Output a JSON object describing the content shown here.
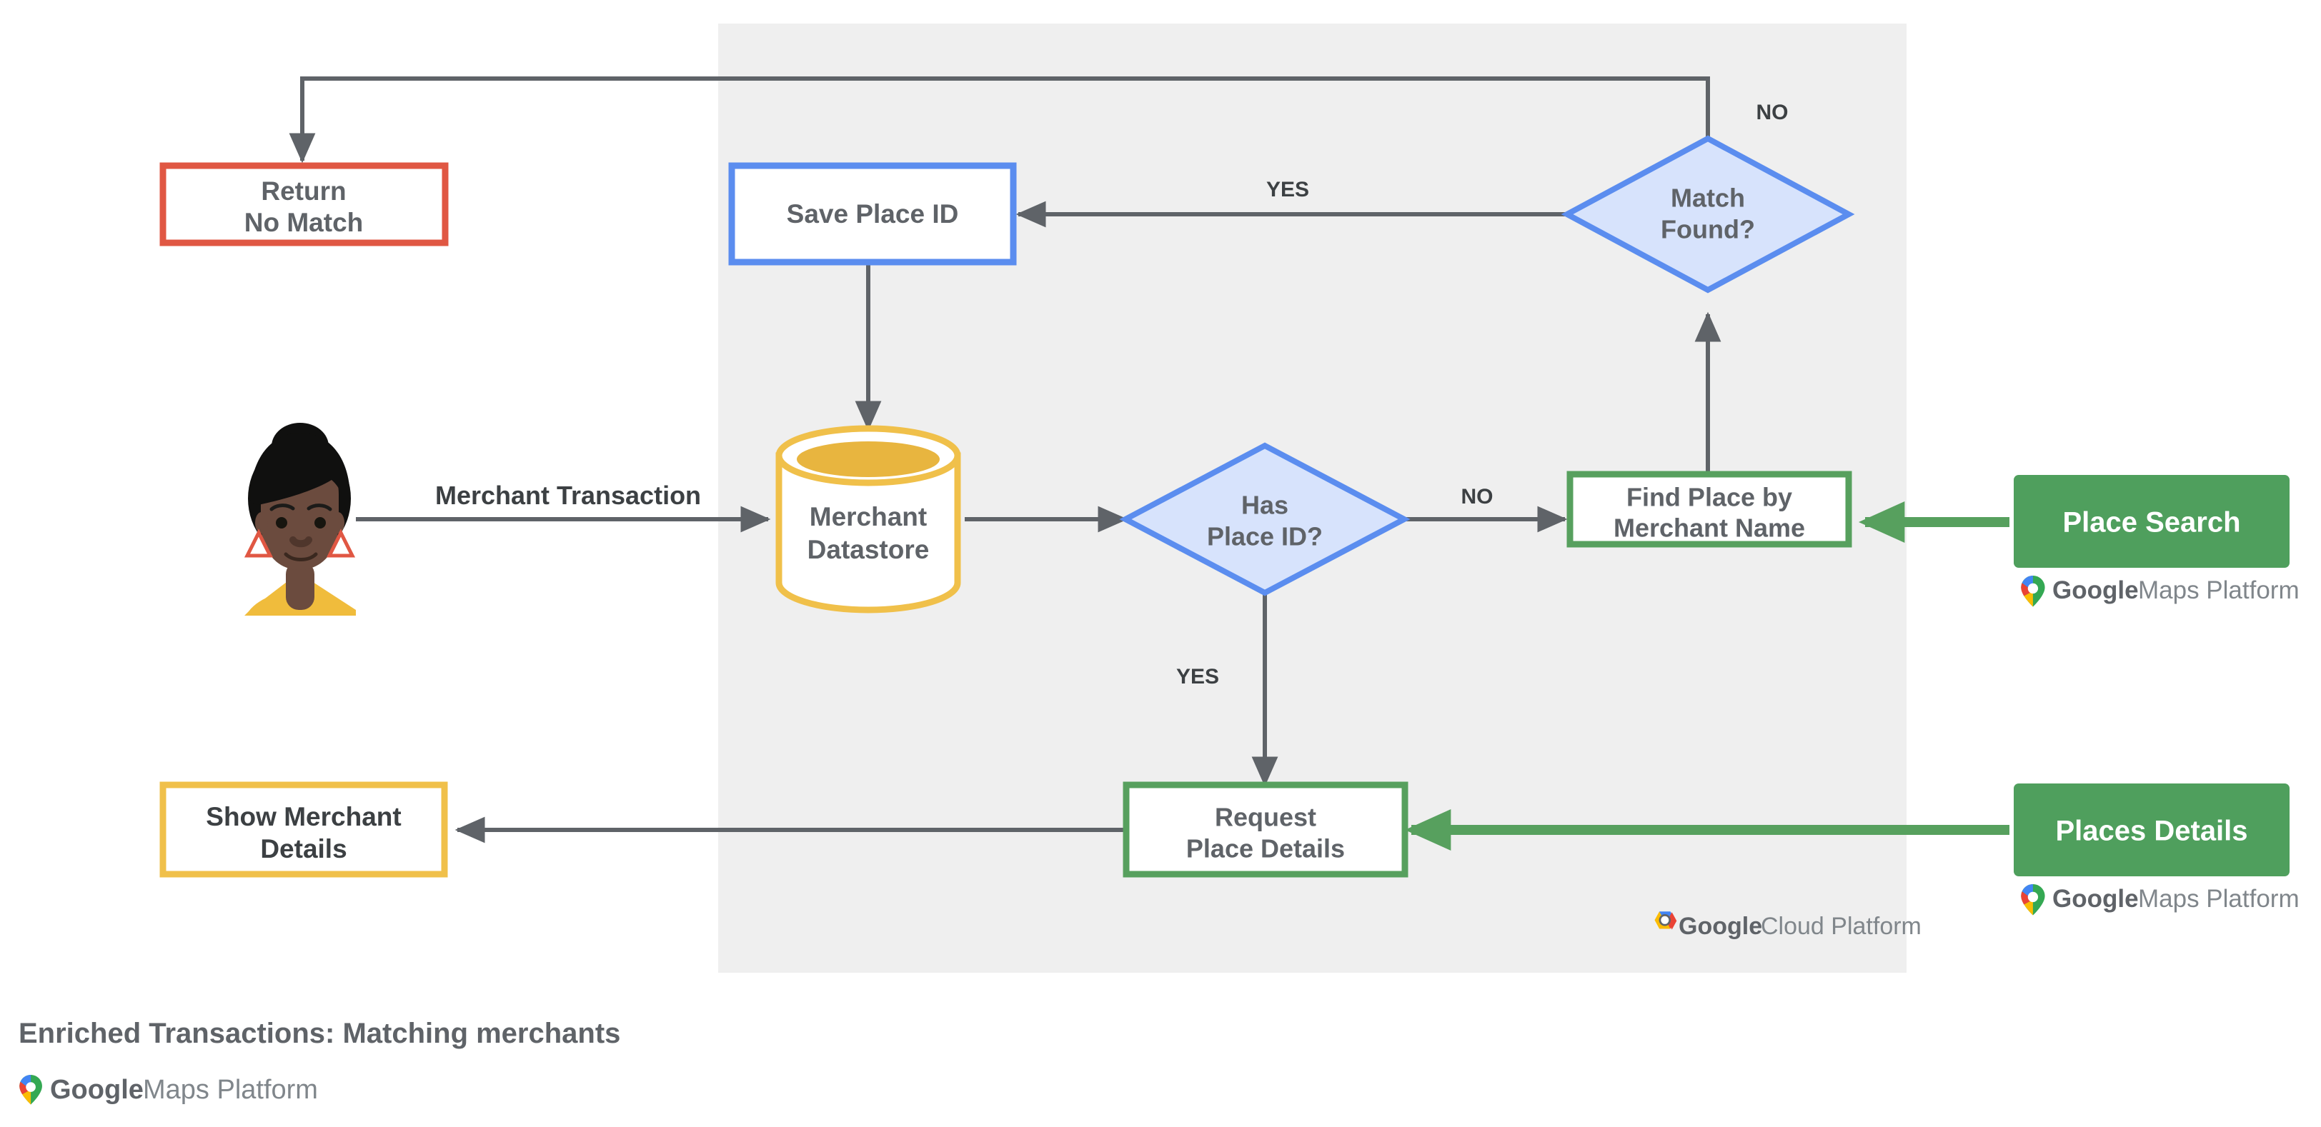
{
  "caption": {
    "title": "Enriched Transactions: Matching merchants",
    "logo": {
      "brand": "Google",
      "product": "Maps Platform",
      "name": "google-maps-platform-logo"
    }
  },
  "panel": {
    "name": "google-cloud-platform-panel",
    "background": "#efefef",
    "logo": {
      "brand": "Google",
      "product": "Cloud Platform",
      "name": "google-cloud-platform-logo"
    }
  },
  "colors": {
    "blue": "#5b8def",
    "blue_fill": "#d7e3fc",
    "green": "#57a05e",
    "green_fill": "#4f9f5d",
    "yellow": "#f0c04a",
    "red": "#e05743",
    "arrow_gray": "#5f6368",
    "text_gray": "#5f6368",
    "panel_gray": "#efefef"
  },
  "actor": {
    "name": "merchant-customer-avatar",
    "skin": "#6b4b3e",
    "hair": "#10100f",
    "shirt": "#f0bc3c",
    "earring": "#e05743"
  },
  "nodes": [
    {
      "id": "return-no-match",
      "label_line1": "Return",
      "label_line2": "No Match",
      "shape": "rect",
      "style": "red-outline"
    },
    {
      "id": "save-place-id",
      "label_line1": "Save Place ID",
      "label_line2": "",
      "shape": "rect",
      "style": "blue-outline"
    },
    {
      "id": "match-found",
      "label_line1": "Match",
      "label_line2": "Found?",
      "shape": "diamond",
      "style": "blue-filled"
    },
    {
      "id": "merchant-datastore",
      "label_line1": "Merchant",
      "label_line2": "Datastore",
      "shape": "cylinder",
      "style": "yellow-outline"
    },
    {
      "id": "has-place-id",
      "label_line1": "Has",
      "label_line2": "Place ID?",
      "shape": "diamond",
      "style": "blue-filled"
    },
    {
      "id": "find-place-by-name",
      "label_line1": "Find Place by",
      "label_line2": "Merchant Name",
      "shape": "rect",
      "style": "green-outline"
    },
    {
      "id": "request-place-details",
      "label_line1": "Request",
      "label_line2": "Place Details",
      "shape": "rect",
      "style": "green-outline"
    },
    {
      "id": "show-merchant-details",
      "label_line1": "Show Merchant",
      "label_line2": "Details",
      "shape": "rect",
      "style": "yellow-outline"
    }
  ],
  "api_buttons": [
    {
      "id": "place-search",
      "label": "Place Search",
      "logo_brand": "Google",
      "logo_product": "Maps Platform"
    },
    {
      "id": "places-details",
      "label": "Places Details",
      "logo_brand": "Google",
      "logo_product": "Maps Platform"
    }
  ],
  "edge_labels": [
    {
      "id": "label-merchant-transaction",
      "text": "Merchant Transaction"
    },
    {
      "id": "label-yes-match-found",
      "text": "YES"
    },
    {
      "id": "label-no-match-found",
      "text": "NO"
    },
    {
      "id": "label-no-has-place-id",
      "text": "NO"
    },
    {
      "id": "label-yes-has-place-id",
      "text": "YES"
    }
  ]
}
